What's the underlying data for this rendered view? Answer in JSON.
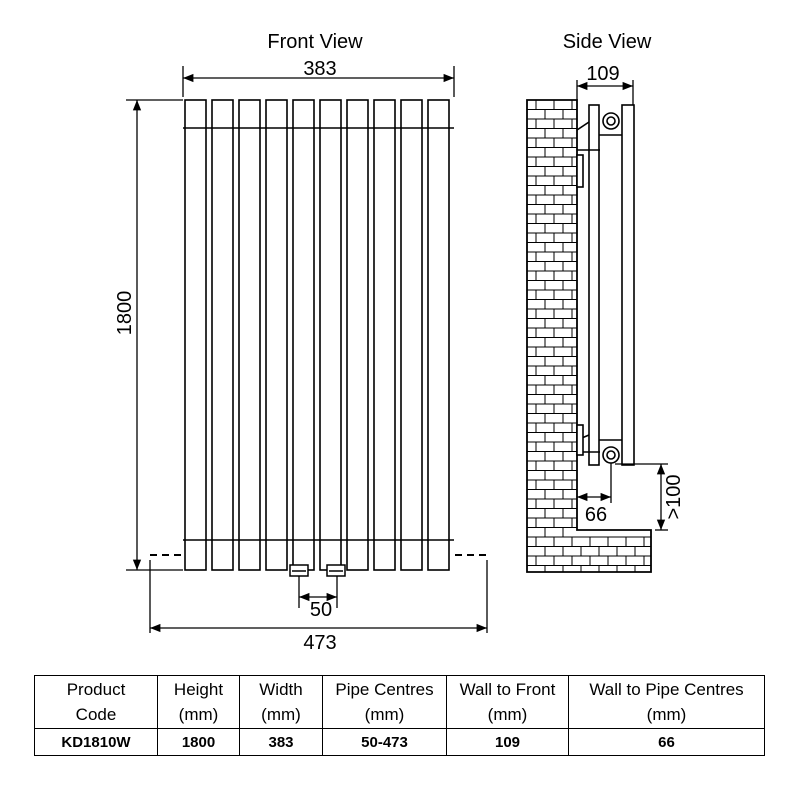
{
  "front_view": {
    "title": "Front View",
    "dims": {
      "width": "383",
      "height": "1800",
      "pipe_gap": "50",
      "pipe_span": "473"
    }
  },
  "side_view": {
    "title": "Side View",
    "dims": {
      "wall_to_front": "109",
      "wall_to_pipe": "66",
      "floor_clearance": ">100"
    }
  },
  "table": {
    "headers": [
      [
        "Product",
        "Code"
      ],
      [
        "Height",
        "(mm)"
      ],
      [
        "Width",
        "(mm)"
      ],
      [
        "Pipe Centres",
        "(mm)"
      ],
      [
        "Wall to Front",
        "(mm)"
      ],
      [
        "Wall to Pipe Centres",
        "(mm)"
      ]
    ],
    "rows": [
      [
        "KD1810W",
        "1800",
        "383",
        "50-473",
        "109",
        "66"
      ]
    ]
  }
}
